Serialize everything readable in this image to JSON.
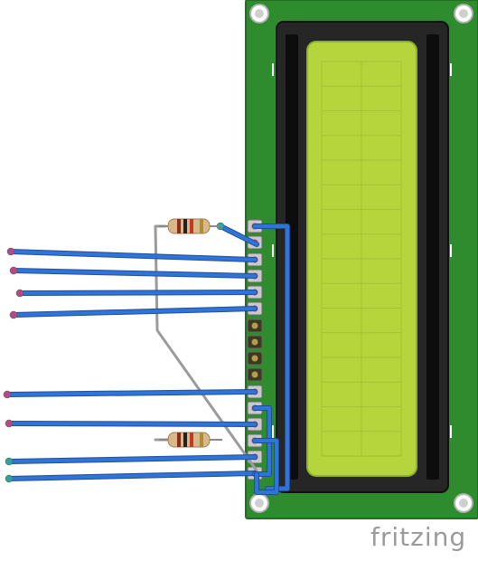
{
  "brand": {
    "text": "fritzing"
  },
  "colors": {
    "pcb": "#2e8b2e",
    "pcb_edge": "#1f6f22",
    "lcd_bezel": "#2a2a2a",
    "lcd_screen": "#b5d33a",
    "lcd_screen_edge": "#8fb12a",
    "wire": "#2f74d6",
    "wire_edge": "#1f4f9a",
    "gray_wire": "#9b9b9b",
    "pin_magenta": "#b14b86",
    "pin_teal": "#2aa39a",
    "pin_gold": "#b79a4e",
    "hole_ring": "#d8d8d8"
  },
  "diagram": {
    "components": [
      {
        "type": "lcd",
        "name": "LCD display"
      },
      {
        "type": "resistor",
        "name": "resistor",
        "count": 2
      }
    ]
  }
}
